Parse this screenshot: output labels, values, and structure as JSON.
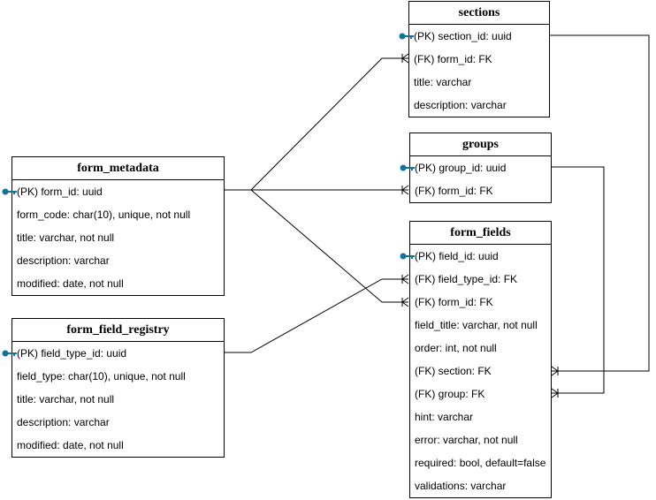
{
  "key_color": "#10739e",
  "entities": {
    "sections": {
      "title": "sections",
      "fields": [
        "(PK) section_id: uuid",
        "(FK) form_id: FK",
        "title: varchar",
        "description: varchar"
      ]
    },
    "groups": {
      "title": "groups",
      "fields": [
        "(PK) group_id: uuid",
        "(FK) form_id: FK"
      ]
    },
    "form_metadata": {
      "title": "form_metadata",
      "fields": [
        "(PK) form_id: uuid",
        "form_code: char(10), unique, not null",
        "title: varchar, not null",
        "description: varchar",
        "modified: date, not null"
      ]
    },
    "form_fields": {
      "title": "form_fields",
      "fields": [
        "(PK) field_id: uuid",
        "(FK) field_type_id: FK",
        "(FK) form_id: FK",
        "field_title: varchar, not null",
        "order: int, not null",
        "(FK) section: FK",
        "(FK) group: FK",
        "hint: varchar",
        "error: varchar, not null",
        "required: bool, default=false",
        "validations: varchar"
      ]
    },
    "form_field_registry": {
      "title": "form_field_registry",
      "fields": [
        "(PK) field_type_id: uuid",
        "field_type: char(10), unique, not null",
        "title: varchar, not null",
        "description: varchar",
        "modified: date, not null"
      ]
    }
  }
}
